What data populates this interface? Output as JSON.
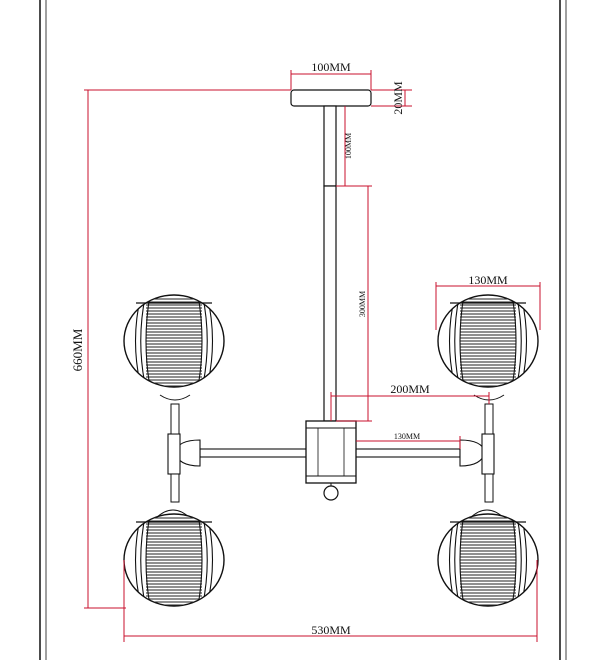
{
  "dimensions": {
    "canopy_width": "100MM",
    "canopy_height": "20MM",
    "rod_upper": "100MM",
    "rod_lower": "300MM",
    "total_height": "660MM",
    "shade_diameter": "130MM",
    "arm_length": "200MM",
    "arm_inner": "130MM",
    "total_width": "530MM"
  },
  "colors": {
    "dimension_lines": "#c8102e",
    "outline": "#111111",
    "background": "#ffffff"
  },
  "icons": [
    "globe-shade",
    "canopy",
    "rod",
    "arm",
    "hub",
    "finial"
  ]
}
